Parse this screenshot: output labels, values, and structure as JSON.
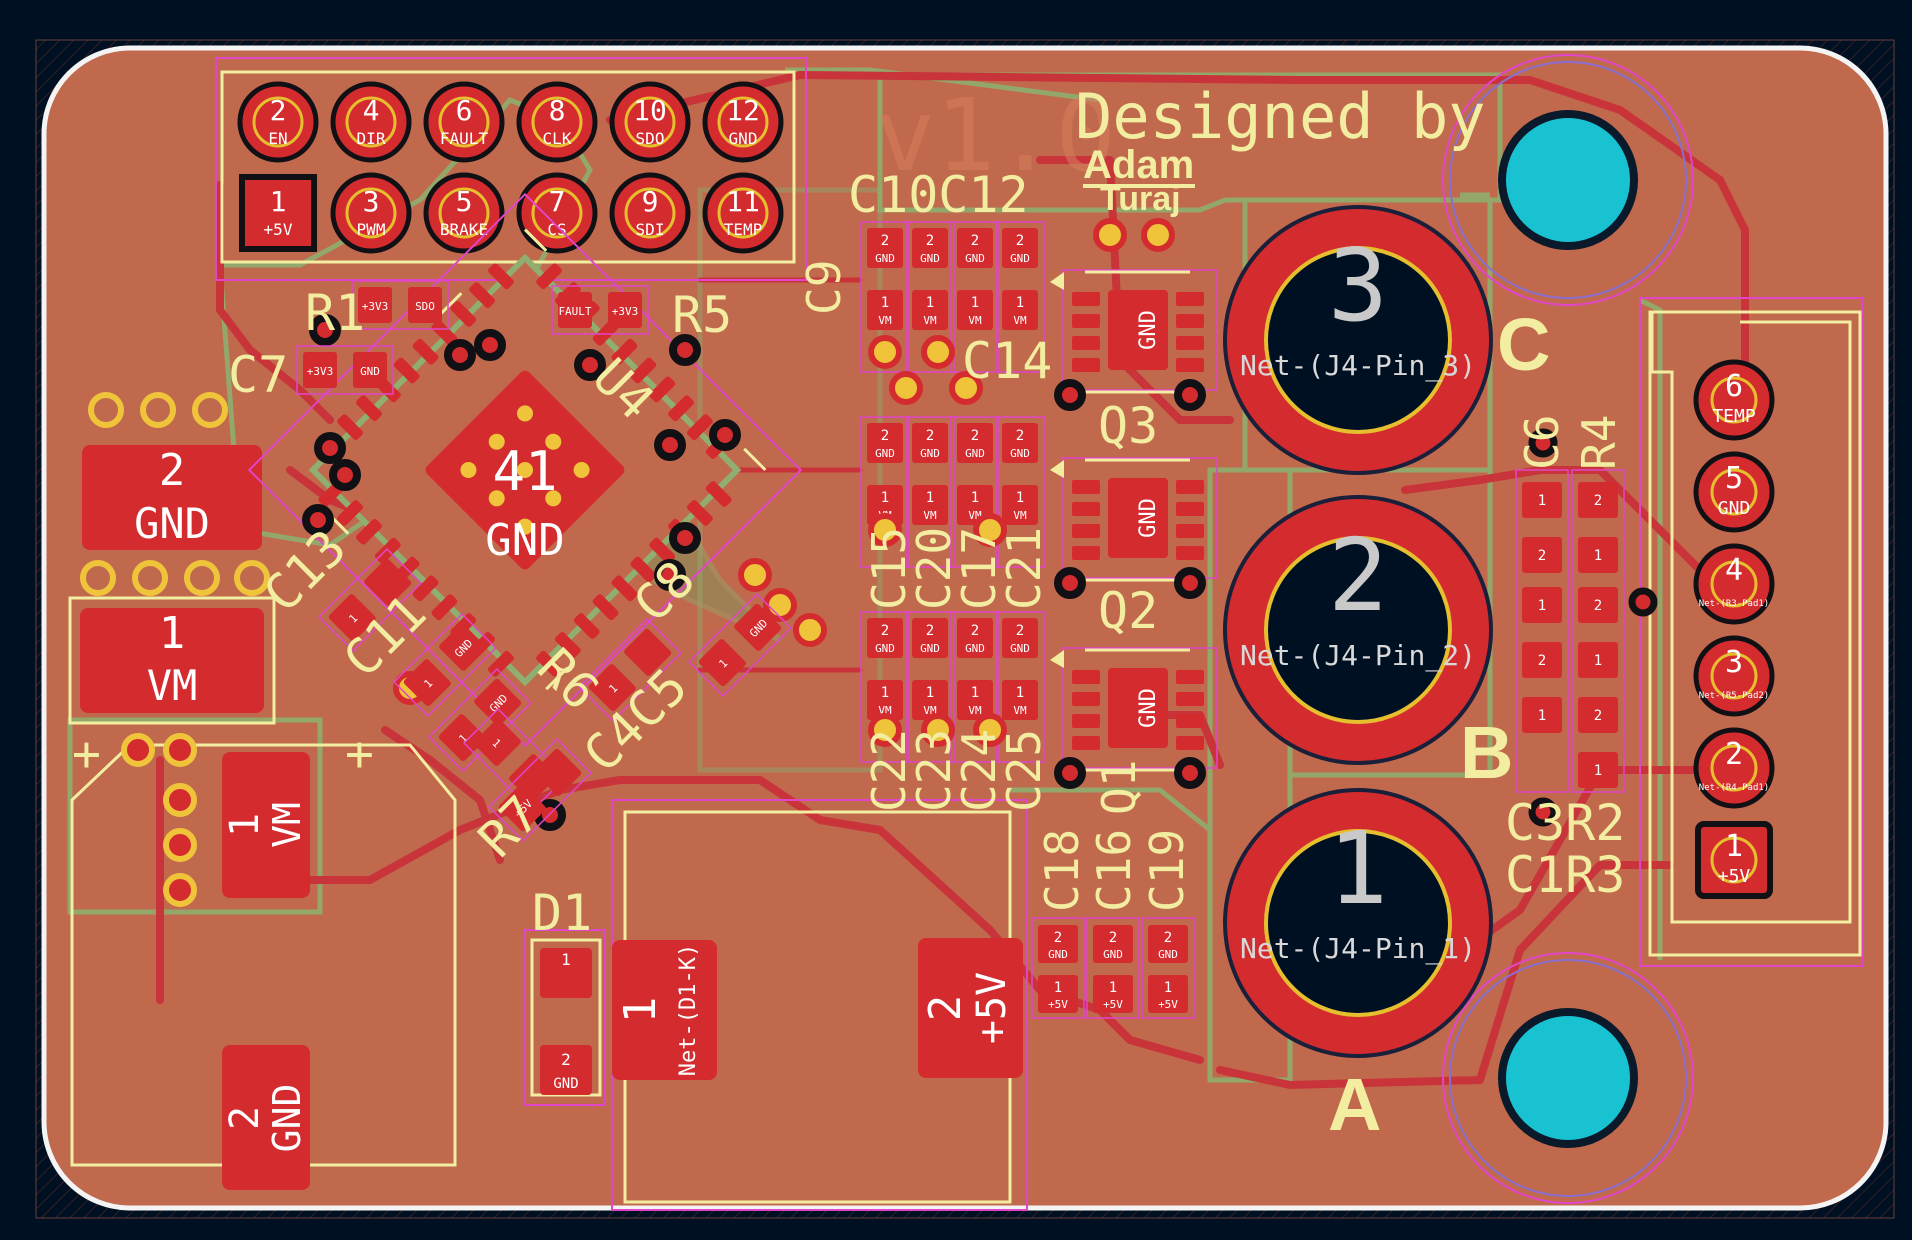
{
  "colors": {
    "background": "#001023",
    "copper": "#c0694d",
    "pad": "#d42b2f",
    "trace": "#c8343a",
    "silkscreen": "#f2eda1",
    "mount_hole": "#19c2d1",
    "courtyard": "#ff26e2",
    "via_ring": "#e6bf2e"
  },
  "texts": {
    "designed_by": "Designed by",
    "author_first": "Adam",
    "author_last": "Turaj",
    "ghost_version": "v1.0 ",
    "phase_a": "A",
    "phase_b": "B",
    "phase_c": "C",
    "motor_pad_1_num": "1",
    "motor_pad_2_num": "2",
    "motor_pad_3_num": "3",
    "motor_pad_1_net": "Net-(J4-Pin_1)",
    "motor_pad_2_net": "Net-(J4-Pin_2)",
    "motor_pad_3_net": "Net-(J4-Pin_3)",
    "gnd": "GND",
    "vm": "VM",
    "plus5v": "+5V",
    "plus5v_vertical": "+5V",
    "net_d1k": "Net-(D1-K)",
    "u_center_num": "41",
    "u_center_net": "GND"
  },
  "header": [
    {
      "num": "2",
      "name": "EN"
    },
    {
      "num": "4",
      "name": "DIR"
    },
    {
      "num": "6",
      "name": "FAULT"
    },
    {
      "num": "8",
      "name": "CLK"
    },
    {
      "num": "10",
      "name": "SDO"
    },
    {
      "num": "12",
      "name": "GND"
    },
    {
      "num": "1",
      "name": "+5V"
    },
    {
      "num": "3",
      "name": "PWM"
    },
    {
      "num": "5",
      "name": "BRAKE"
    },
    {
      "num": "7",
      "name": "CS"
    },
    {
      "num": "9",
      "name": "SDI"
    },
    {
      "num": "11",
      "name": "TEMP"
    }
  ],
  "hall_connector": [
    {
      "num": "6",
      "name": "TEMP"
    },
    {
      "num": "5",
      "name": "GND"
    },
    {
      "num": "4",
      "name": "Net-(R3-Pad1)"
    },
    {
      "num": "3",
      "name": "Net-(R5-Pad2)"
    },
    {
      "num": "2",
      "name": "Net-(R4-Pad1)"
    },
    {
      "num": "1",
      "name": "+5V"
    }
  ],
  "refdes": {
    "r1": "R1",
    "r5": "R5",
    "c7": "C7",
    "u4": "U4",
    "c9": "C9",
    "c10c12": "C10C12",
    "c14": "C14",
    "q3": "Q3",
    "q2": "Q2",
    "q1": "Q1",
    "c13": "C13",
    "c11": "C11",
    "c8": "C8",
    "r6": "R6",
    "c4c5": "C4C5",
    "r7": "R7",
    "d1": "D1",
    "c15": "C15",
    "c20": "C20",
    "c17": "C17",
    "c21": "C21",
    "c22": "C22",
    "c23": "C23",
    "c24": "C24",
    "c25": "C25",
    "c18": "C18",
    "c16": "C16",
    "c19": "C19",
    "c6": "C6",
    "r4": "R4",
    "c3r2": "C3R2",
    "c1r3": "C1R3"
  }
}
